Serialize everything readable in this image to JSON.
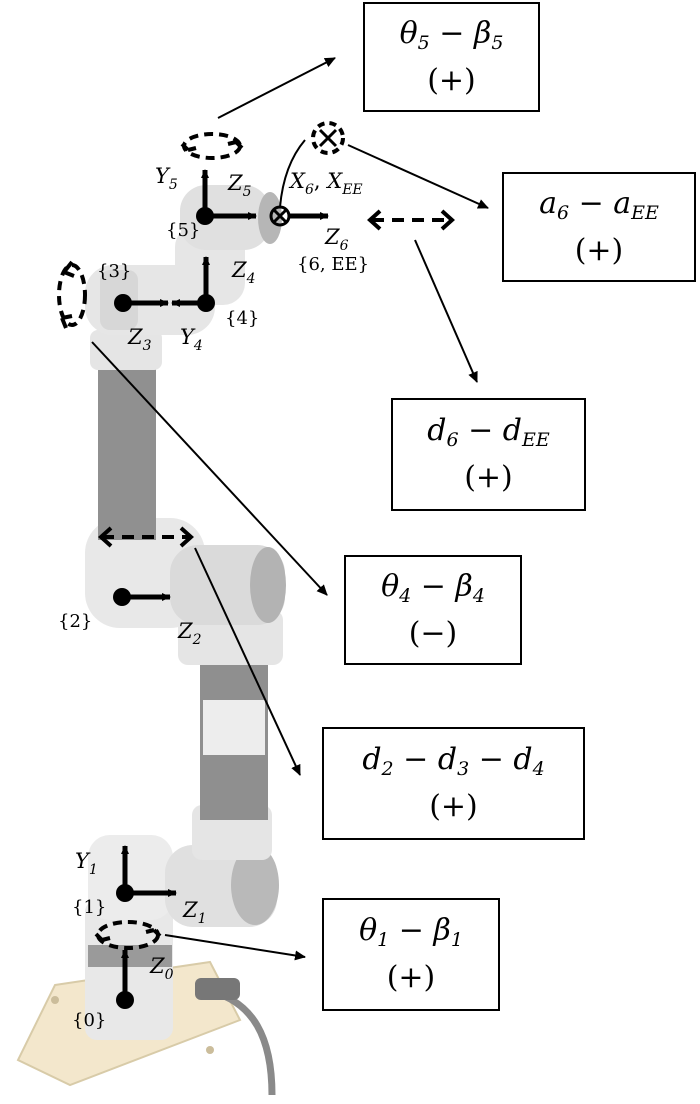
{
  "frames": {
    "f0": "{0}",
    "f1": "{1}",
    "f2": "{2}",
    "f3": "{3}",
    "f4": "{4}",
    "f5": "{5}",
    "f6": "{6, EE}"
  },
  "axes": {
    "Z0": {
      "base": "Z",
      "sub": "0"
    },
    "Z1": {
      "base": "Z",
      "sub": "1"
    },
    "Y1": {
      "base": "Y",
      "sub": "1"
    },
    "Z2": {
      "base": "Z",
      "sub": "2"
    },
    "Z3": {
      "base": "Z",
      "sub": "3"
    },
    "Y4": {
      "base": "Y",
      "sub": "4"
    },
    "Z4": {
      "base": "Z",
      "sub": "4"
    },
    "Y5": {
      "base": "Y",
      "sub": "5"
    },
    "Z5": {
      "base": "Z",
      "sub": "5"
    },
    "X6": {
      "base": "X",
      "sub": "6"
    },
    "XEE": {
      "base": "X",
      "sub": "EE"
    },
    "Z6": {
      "base": "Z",
      "sub": "6"
    }
  },
  "boxes": {
    "b1": {
      "a": "θ",
      "as": "5",
      "op": " − ",
      "b": "β",
      "bs": "5",
      "sign": "(+)"
    },
    "b2": {
      "a": "a",
      "as": "6",
      "op": " − ",
      "b": "a",
      "bs": "EE",
      "sign": "(+)"
    },
    "b3": {
      "a": "d",
      "as": "6",
      "op": " − ",
      "b": "d",
      "bs": "EE",
      "sign": "(+)"
    },
    "b4": {
      "a": "θ",
      "as": "4",
      "op": " − ",
      "b": "β",
      "bs": "4",
      "sign": "(−)"
    },
    "b5": {
      "a": "d",
      "as": "2",
      "op": " − ",
      "b": "d",
      "bs": "3",
      "op2": " − ",
      "c": "d",
      "cs": "4",
      "sign": "(+)"
    },
    "b6": {
      "a": "θ",
      "as": "1",
      "op": " − ",
      "b": "β",
      "bs": "1",
      "sign": "(+)"
    }
  }
}
